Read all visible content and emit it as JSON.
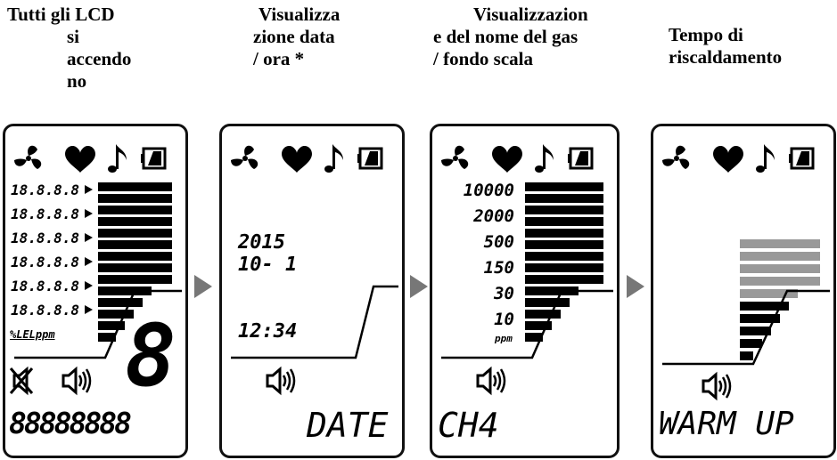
{
  "captions": [
    {
      "lines": [
        "Tutti gli LCD",
        "si",
        "accendo",
        "no"
      ]
    },
    {
      "lines": [
        "Visualizza",
        "zione data",
        "/ ora *"
      ]
    },
    {
      "lines": [
        "Visualizzazion",
        "e del nome del gas",
        "/ fondo scala"
      ]
    },
    {
      "lines": [
        "Tempo di",
        "riscaldamento"
      ]
    }
  ],
  "panel1": {
    "segment_labels": [
      "18.8.8.8",
      "18.8.8.8",
      "18.8.8.8",
      "18.8.8.8",
      "18.8.8.8",
      "18.8.8.8"
    ],
    "unit_label": "%LELppm",
    "big_digit": "8",
    "bottom_text": "88888888"
  },
  "panel2": {
    "year": "2015",
    "date": "10- 1",
    "time": "12:34",
    "bottom_text": "DATE"
  },
  "panel3": {
    "scale_labels": [
      "10000",
      "2000",
      "500",
      "150",
      "30",
      "10"
    ],
    "unit_label": "ppm",
    "bottom_text": "CH4"
  },
  "panel4": {
    "bottom_text": "WARM UP"
  },
  "icons": [
    "fan-icon",
    "heart-icon",
    "music-note-icon",
    "battery-icon",
    "speaker-icon",
    "muted-speaker-icon",
    "triangle-arrow-icon"
  ],
  "colors": {
    "lcd_dark": "#000000",
    "warmup_gray": "#999999",
    "arrow_gray": "#777777"
  }
}
